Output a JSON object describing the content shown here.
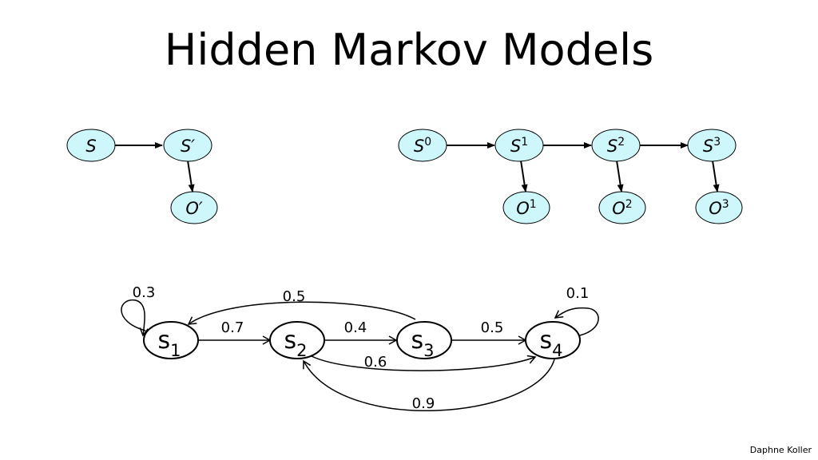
{
  "title": "Hidden Markov Models",
  "credit": "Daphne Koller",
  "template_model": {
    "nodes": [
      {
        "id": "s",
        "label": "S",
        "sup": ""
      },
      {
        "id": "sp",
        "label": "S",
        "sup": "′"
      },
      {
        "id": "op",
        "label": "O",
        "sup": "′"
      }
    ],
    "edges": [
      [
        "s",
        "sp"
      ],
      [
        "sp",
        "op"
      ]
    ]
  },
  "unrolled_model": {
    "nodes": [
      {
        "id": "s0",
        "label": "S",
        "sup": "0"
      },
      {
        "id": "s1",
        "label": "S",
        "sup": "1"
      },
      {
        "id": "s2",
        "label": "S",
        "sup": "2"
      },
      {
        "id": "s3",
        "label": "S",
        "sup": "3"
      },
      {
        "id": "o1",
        "label": "O",
        "sup": "1"
      },
      {
        "id": "o2",
        "label": "O",
        "sup": "2"
      },
      {
        "id": "o3",
        "label": "O",
        "sup": "3"
      }
    ],
    "edges": [
      [
        "s0",
        "s1"
      ],
      [
        "s1",
        "s2"
      ],
      [
        "s2",
        "s3"
      ],
      [
        "s1",
        "o1"
      ],
      [
        "s2",
        "o2"
      ],
      [
        "s3",
        "o3"
      ]
    ]
  },
  "state_machine": {
    "states": [
      {
        "id": "st1",
        "label": "s",
        "sub": "1"
      },
      {
        "id": "st2",
        "label": "s",
        "sub": "2"
      },
      {
        "id": "st3",
        "label": "s",
        "sub": "3"
      },
      {
        "id": "st4",
        "label": "s",
        "sub": "4"
      }
    ],
    "transitions": [
      {
        "from": "st1",
        "to": "st1",
        "prob": "0.3"
      },
      {
        "from": "st1",
        "to": "st2",
        "prob": "0.7"
      },
      {
        "from": "st2",
        "to": "st3",
        "prob": "0.4"
      },
      {
        "from": "st2",
        "to": "st4",
        "prob": "0.6"
      },
      {
        "from": "st3",
        "to": "st1",
        "prob": "0.5"
      },
      {
        "from": "st3",
        "to": "st4",
        "prob": "0.5"
      },
      {
        "from": "st4",
        "to": "st4",
        "prob": "0.1"
      },
      {
        "from": "st4",
        "to": "st2",
        "prob": "0.9"
      }
    ]
  }
}
